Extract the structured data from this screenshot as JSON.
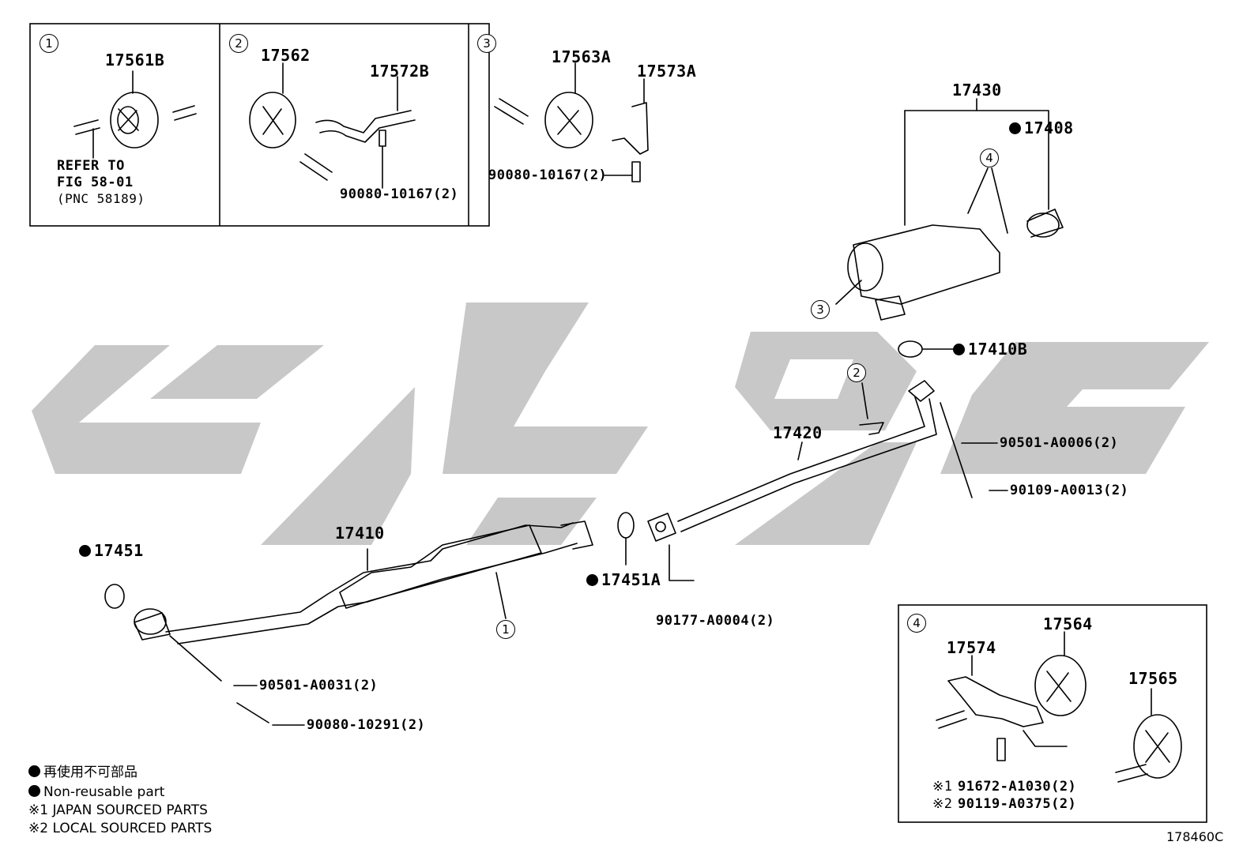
{
  "diagram_code": "178460C",
  "inset_callouts": {
    "c1": "1",
    "c2": "2",
    "c3": "3",
    "c4": "4"
  },
  "inset1": {
    "part": "17561B",
    "refer_line1": "REFER TO",
    "refer_line2": "FIG 58-01",
    "refer_line3": "(PNC 58189)"
  },
  "inset2": {
    "part_a": "17562",
    "part_b": "17572B",
    "bolt": "90080-10167(2)"
  },
  "inset3": {
    "part_a": "17563A",
    "part_b": "17573A",
    "bolt": "90080-10167(2)"
  },
  "inset4": {
    "part_a": "17574",
    "part_b": "17564",
    "part_c": "17565",
    "mark1": "※1",
    "mark2": "※2",
    "bolt1": "91672-A1030(2)",
    "bolt2": "90119-A0375(2)"
  },
  "main": {
    "p17430": "17430",
    "p17408": "17408",
    "p17410B": "17410B",
    "p17420": "17420",
    "p90501_a0006": "90501-A0006(2)",
    "p90109": "90109-A0013(2)",
    "p17410": "17410",
    "p17451": "17451",
    "p17451A": "17451A",
    "p90177": "90177-A0004(2)",
    "p90501_a0031": "90501-A0031(2)",
    "p90080_10291": "90080-10291(2)",
    "c_muffler_hanger": "4",
    "c_muffler": "3",
    "c_pipe": "2",
    "c_conv": "1"
  },
  "legend": {
    "line1": "再使用不可部品",
    "line2": "Non-reusable part",
    "line3": "※1 JAPAN SOURCED PARTS",
    "line4": "※2 LOCAL SOURCED PARTS"
  }
}
